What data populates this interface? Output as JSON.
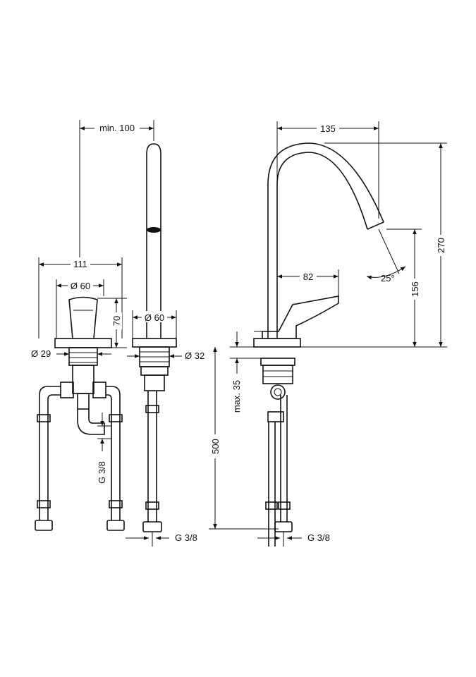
{
  "dimensions": {
    "min_100": "min. 100",
    "d111": "111",
    "dia60_left": "Ø 60",
    "d70": "70",
    "dia29": "Ø 29",
    "g38_left": "G 3/8",
    "dia60_mid": "Ø 60",
    "dia32": "Ø 32",
    "g38_mid": "G 3/8",
    "d135": "135",
    "d270": "270",
    "d156": "156",
    "d82": "82",
    "a25": "25°",
    "max35": "max. 35",
    "d500": "500",
    "g38_right": "G 3/8"
  },
  "colors": {
    "line": "#111111",
    "background": "#ffffff"
  }
}
